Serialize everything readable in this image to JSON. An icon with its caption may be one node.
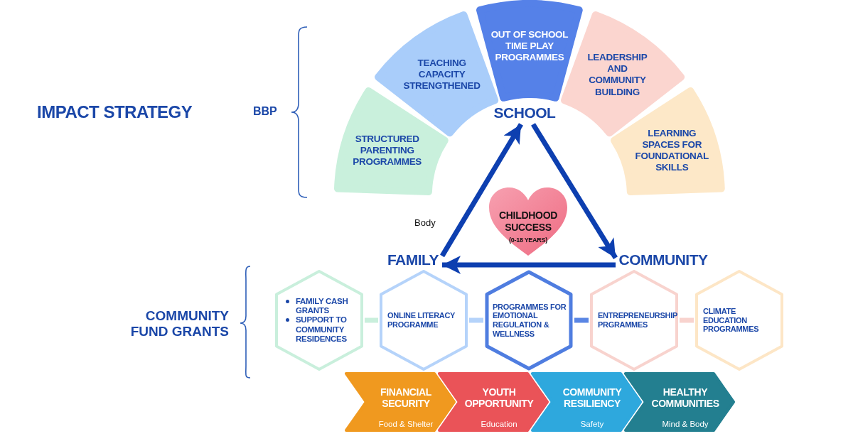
{
  "diagram": {
    "title": "IMPACT STRATEGY",
    "nodes": [
      {
        "text": [
          "SCHOOL"
        ]
      },
      {
        "text": [
          "FAMILY"
        ]
      },
      {
        "text": [
          "COMMUNITY"
        ]
      },
      {
        "text": [
          "CHILDHOOD SUCCESS",
          "(0-18 YEARS)"
        ]
      },
      {
        "text": [
          "STRUCTURED PARENTING PROGRAMMES"
        ]
      },
      {
        "text": [
          "TEACHING CAPACITY STRENGTHENED"
        ]
      },
      {
        "text": [
          "OUT OF SCHOOL TIME PLAY PROGRAMMES"
        ]
      },
      {
        "text": [
          "LEADERSHIP AND COMMUNITY BUILDING"
        ]
      },
      {
        "text": [
          "LEARNING SPACES FOR FOUNDATIONAL SKILLS"
        ]
      },
      {
        "text": [
          "FAMILY CASH GRANTS",
          "SUPPORT TO COMMUNITY RESIDENCES"
        ]
      },
      {
        "text": [
          "ONLINE LITERACY PROGRAMME"
        ]
      },
      {
        "text": [
          "PROGRAMMES FOR EMOTIONAL REGULATION & WELLNESS"
        ]
      },
      {
        "text": [
          "ENTREPRENEURSHIP PRGRAMMES"
        ]
      },
      {
        "text": [
          "CLIMATE EDUCATION PROGRAMMES"
        ]
      },
      {
        "text": [
          "FINANCIAL SECURITY",
          "Food & Shelter"
        ]
      },
      {
        "text": [
          "YOUTH OPPORTUNITY",
          "Education"
        ]
      },
      {
        "text": [
          "COMMUNITY RESILIENCY",
          "Safety"
        ]
      },
      {
        "text": [
          "HEALTHY COMMUNITIES",
          "Mind & Body"
        ]
      }
    ],
    "edges": [
      {
        "from": 1,
        "to": 0,
        "arrow": "to"
      },
      {
        "from": 0,
        "to": 2,
        "arrow": "to"
      },
      {
        "from": 2,
        "to": 1,
        "arrow": "to"
      },
      {
        "from": 9,
        "to": 10,
        "arrow": "none",
        "color": "#c9efdc"
      },
      {
        "from": 10,
        "to": 11,
        "arrow": "none",
        "color": "#b5d3fa"
      },
      {
        "from": 11,
        "to": 12,
        "arrow": "none",
        "color": "#5a86e4"
      },
      {
        "from": 12,
        "to": 13,
        "arrow": "none",
        "color": "#f8d3ce"
      }
    ],
    "labels": [
      "BBP",
      "Body",
      "COMMUNITY FUND GRANTS"
    ]
  }
}
